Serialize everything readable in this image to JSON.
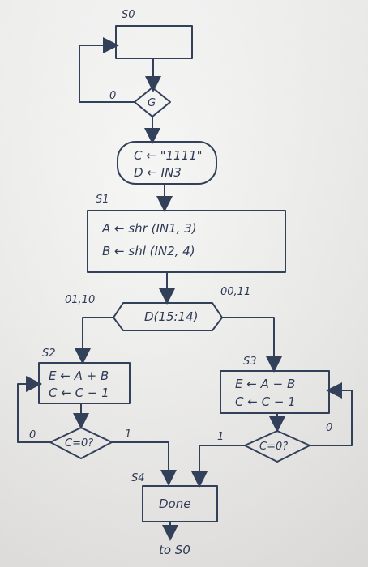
{
  "states": {
    "s0": "S0",
    "s1": "S1",
    "s2": "S2",
    "s3": "S3",
    "s4": "S4"
  },
  "go_decision": {
    "label": "G",
    "false_branch": "0"
  },
  "init_box": {
    "line1": "C ← \"1111\"",
    "line2": "D ← IN3"
  },
  "s1_box": {
    "line1": "A ← shr (IN1, 3)",
    "line2": "B ← shl (IN2, 4)"
  },
  "d_decision": {
    "label": "D(15:14)",
    "left_branch": "01,10",
    "right_branch": "00,11"
  },
  "s2_box": {
    "line1": "E ← A + B",
    "line2": "C ← C − 1"
  },
  "s3_box": {
    "line1": "E ← A − B",
    "line2": "C ← C − 1"
  },
  "left_check": {
    "label": "C=0?",
    "false_branch": "0",
    "true_branch": "1"
  },
  "right_check": {
    "label": "C=0?",
    "false_branch": "0",
    "true_branch": "1"
  },
  "done_box": {
    "label": "Done"
  },
  "exit_label": "to S0",
  "colors": {
    "ink": "#33405a",
    "paper": "#f0f0ee"
  }
}
